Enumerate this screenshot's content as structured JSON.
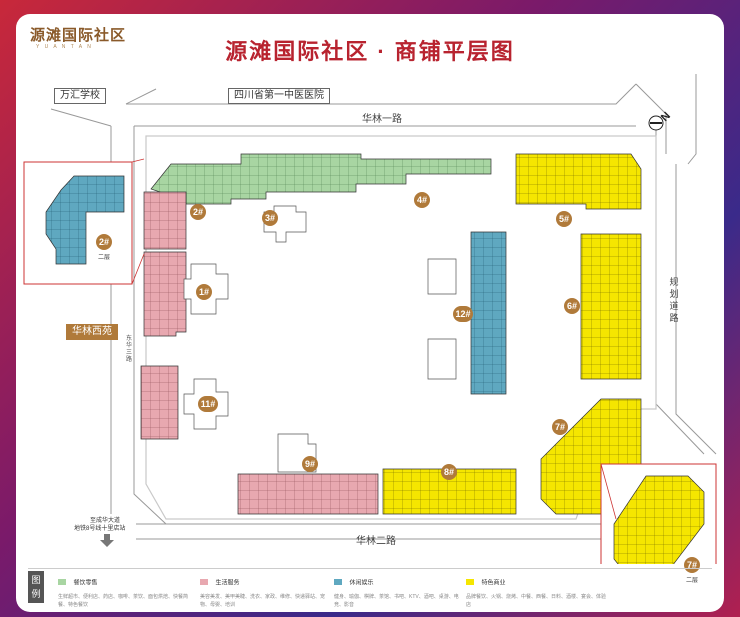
{
  "header": {
    "logo": "源滩国际社区",
    "logo_sub": "Y U A N T A N",
    "title": "源滩国际社区 · 商铺平层图"
  },
  "labels": {
    "school": "万汇学校",
    "hospital": "四川省第一中医医院",
    "huayuan": "华林西苑",
    "road_top": "华林一路",
    "road_bottom": "华林二路",
    "road_right": "规划道路",
    "road_left": "东华三路",
    "second_floor": "二层",
    "compass": "N",
    "exit_note_1": "至成华大道",
    "exit_note_2": "地铁8号线十里店站"
  },
  "buildings": [
    "1#",
    "2#",
    "3#",
    "4#",
    "5#",
    "6#",
    "7#",
    "8#",
    "9#",
    "11#",
    "12#"
  ],
  "inset_left": "2#",
  "inset_right": "7#",
  "colors": {
    "green": "#a8d5a2",
    "pink": "#e8a8b0",
    "blue": "#5fa8c0",
    "yellow": "#f5e600",
    "title": "#b8232f",
    "label": "#b07a3a"
  },
  "legend": {
    "title": "图例",
    "items": [
      {
        "name": "餐饮零售",
        "desc": "生鲜超市、便利店、药店、咖啡、茶饮、面包烘焙、快餐简餐、特色餐饮"
      },
      {
        "name": "生活服务",
        "desc": "美容美发、美甲美睫、洗衣、家政、维修、快递驿站、宠物、母婴、培训"
      },
      {
        "name": "休闲娱乐",
        "desc": "健身、瑜伽、棋牌、茶馆、书吧、KTV、酒吧、桌游、电竞、影音"
      },
      {
        "name": "特色商业",
        "desc": "品牌餐饮、火锅、烧烤、中餐、西餐、日料、酒楼、宴会、体验店"
      }
    ]
  }
}
